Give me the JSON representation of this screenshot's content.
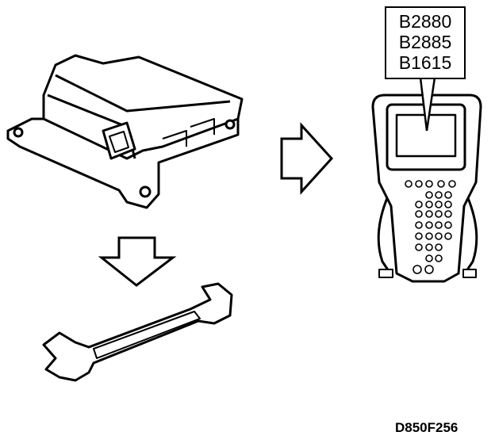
{
  "diagram": {
    "dtc_codes": [
      "B2880",
      "B2885",
      "B1615"
    ],
    "figure_id": "D850F256",
    "icons": {
      "module": "airbag-sensor-module-icon",
      "scan_tool": "handheld-scan-tool-icon",
      "wrench": "wrench-icon",
      "arrow_right": "arrow-right-icon",
      "arrow_down": "arrow-down-icon"
    },
    "colors": {
      "line": "#000000",
      "background": "#ffffff"
    }
  }
}
